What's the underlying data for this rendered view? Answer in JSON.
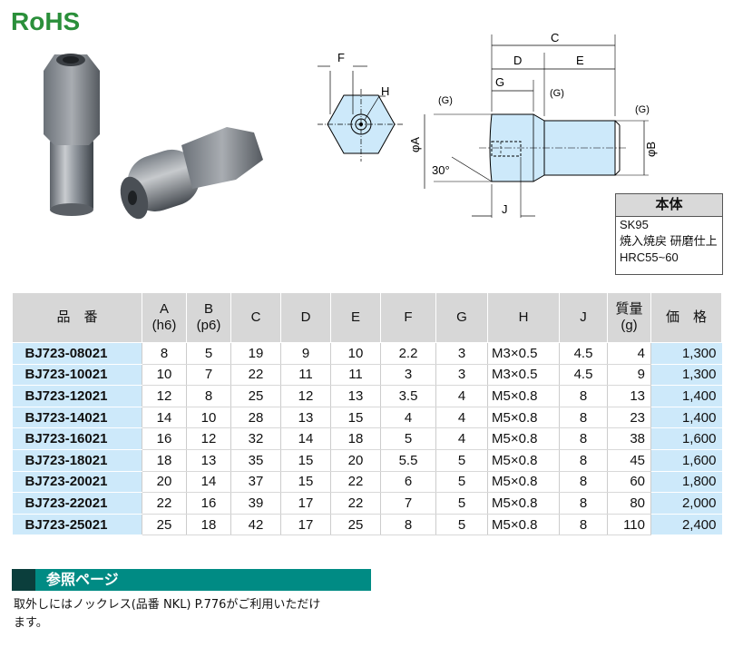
{
  "logo": {
    "text": "RoHS"
  },
  "drawing": {
    "labels": {
      "C": "C",
      "D": "D",
      "E": "E",
      "F": "F",
      "G": "G",
      "H": "H",
      "J": "J",
      "phiA": "φA",
      "phiB": "φB",
      "angle": "30°",
      "g1": "(G)",
      "g2": "(G)",
      "g3": "(G)"
    }
  },
  "spec": {
    "title": "本体",
    "material": "SK95",
    "treatment": "焼入焼戻 研磨仕上",
    "hardness": "HRC55~60"
  },
  "table": {
    "headers": {
      "part_no": "品　番",
      "a1": "A",
      "a2": "(h6)",
      "b1": "B",
      "b2": "(p6)",
      "c": "C",
      "d": "D",
      "e": "E",
      "f": "F",
      "g": "G",
      "h": "H",
      "j": "J",
      "mass1": "質量",
      "mass2": "(g)",
      "price": "価　格"
    },
    "rows": [
      {
        "pn": "BJ723-08021",
        "a": "8",
        "b": "5",
        "c": "19",
        "d": "9",
        "e": "10",
        "f": "2.2",
        "g": "3",
        "h": "M3×0.5",
        "j": "4.5",
        "m": "4",
        "p": "1,300"
      },
      {
        "pn": "BJ723-10021",
        "a": "10",
        "b": "7",
        "c": "22",
        "d": "11",
        "e": "11",
        "f": "3",
        "g": "3",
        "h": "M3×0.5",
        "j": "4.5",
        "m": "9",
        "p": "1,300"
      },
      {
        "pn": "BJ723-12021",
        "a": "12",
        "b": "8",
        "c": "25",
        "d": "12",
        "e": "13",
        "f": "3.5",
        "g": "4",
        "h": "M5×0.8",
        "j": "8",
        "m": "13",
        "p": "1,400"
      },
      {
        "pn": "BJ723-14021",
        "a": "14",
        "b": "10",
        "c": "28",
        "d": "13",
        "e": "15",
        "f": "4",
        "g": "4",
        "h": "M5×0.8",
        "j": "8",
        "m": "23",
        "p": "1,400"
      },
      {
        "pn": "BJ723-16021",
        "a": "16",
        "b": "12",
        "c": "32",
        "d": "14",
        "e": "18",
        "f": "5",
        "g": "4",
        "h": "M5×0.8",
        "j": "8",
        "m": "38",
        "p": "1,600"
      },
      {
        "pn": "BJ723-18021",
        "a": "18",
        "b": "13",
        "c": "35",
        "d": "15",
        "e": "20",
        "f": "5.5",
        "g": "5",
        "h": "M5×0.8",
        "j": "8",
        "m": "45",
        "p": "1,600"
      },
      {
        "pn": "BJ723-20021",
        "a": "20",
        "b": "14",
        "c": "37",
        "d": "15",
        "e": "22",
        "f": "6",
        "g": "5",
        "h": "M5×0.8",
        "j": "8",
        "m": "60",
        "p": "1,800"
      },
      {
        "pn": "BJ723-22021",
        "a": "22",
        "b": "16",
        "c": "39",
        "d": "17",
        "e": "22",
        "f": "7",
        "g": "5",
        "h": "M5×0.8",
        "j": "8",
        "m": "80",
        "p": "2,000"
      },
      {
        "pn": "BJ723-25021",
        "a": "25",
        "b": "18",
        "c": "42",
        "d": "17",
        "e": "25",
        "f": "8",
        "g": "5",
        "h": "M5×0.8",
        "j": "8",
        "m": "110",
        "p": "2,400"
      }
    ]
  },
  "reference": {
    "title": "参照ページ",
    "line1": "取外しにはノックレス(品番 NKL) P.776がご利用いただけ",
    "line2": "ます。"
  },
  "colors": {
    "logo_green": "#2a8f3a",
    "header_gray": "#d7d7d7",
    "highlight_blue": "#cde9fa",
    "ref_teal": "#008b84",
    "ref_dark": "#0b3e3c"
  }
}
